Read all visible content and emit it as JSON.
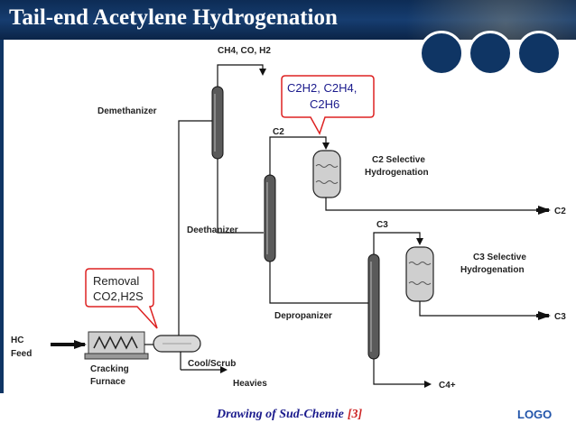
{
  "header": {
    "title": "Tail-end Acetylene Hydrogenation"
  },
  "diagram": {
    "streams": {
      "ch4_co_h2": "CH4, CO, H2",
      "c2": "C2",
      "c2_out": "C2",
      "c3": "C3",
      "c3_out": "C3",
      "c4_plus": "C4+",
      "heavies": "Heavies",
      "hc_feed_line1": "HC",
      "hc_feed_line2": "Feed"
    },
    "units": {
      "demethanizer": "Demethanizer",
      "deethanizer": "Deethanizer",
      "depropanizer": "Depropanizer",
      "cool_scrub": "Cool/Scrub",
      "cracking_furnace_line1": "Cracking",
      "cracking_furnace_line2": "Furnace",
      "c2_selective_line1": "C2 Selective",
      "c2_selective_line2": "Hydrogenation",
      "c3_selective_line1": "C3 Selective",
      "c3_selective_line2": "Hydrogenation"
    },
    "callouts": {
      "acetylene_components_line1": "C2H2, C2H4,",
      "acetylene_components_line2": "C2H6",
      "removal_line1": "Removal",
      "removal_line2": "CO2,H2S"
    }
  },
  "footer": {
    "caption": "Drawing of Sud-Chemie",
    "reference": "[3]",
    "logo": "LOGO"
  }
}
